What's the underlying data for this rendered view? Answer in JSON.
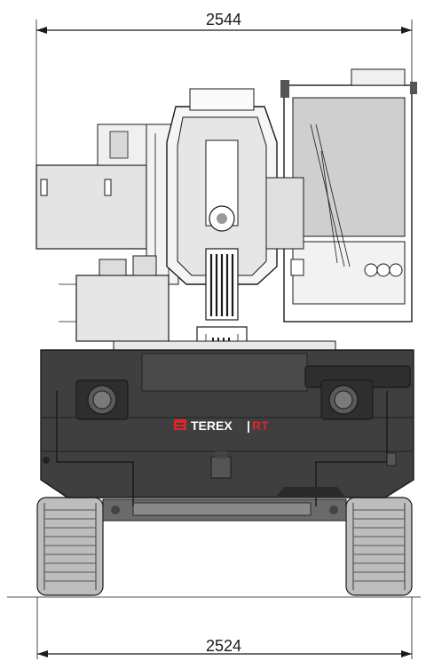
{
  "dimensions": {
    "top_width": "2544",
    "bottom_width": "2524"
  },
  "logo": {
    "brand": "TEREX",
    "separator": "|",
    "model": "RT"
  },
  "colors": {
    "chassis": "#3f3f3f",
    "chassis_dark": "#2e2e2e",
    "cab_glass": "#cfcfcf",
    "line": "#1a1a1a",
    "brand_red": "#d9262b",
    "tire": "#bdbdbd"
  }
}
